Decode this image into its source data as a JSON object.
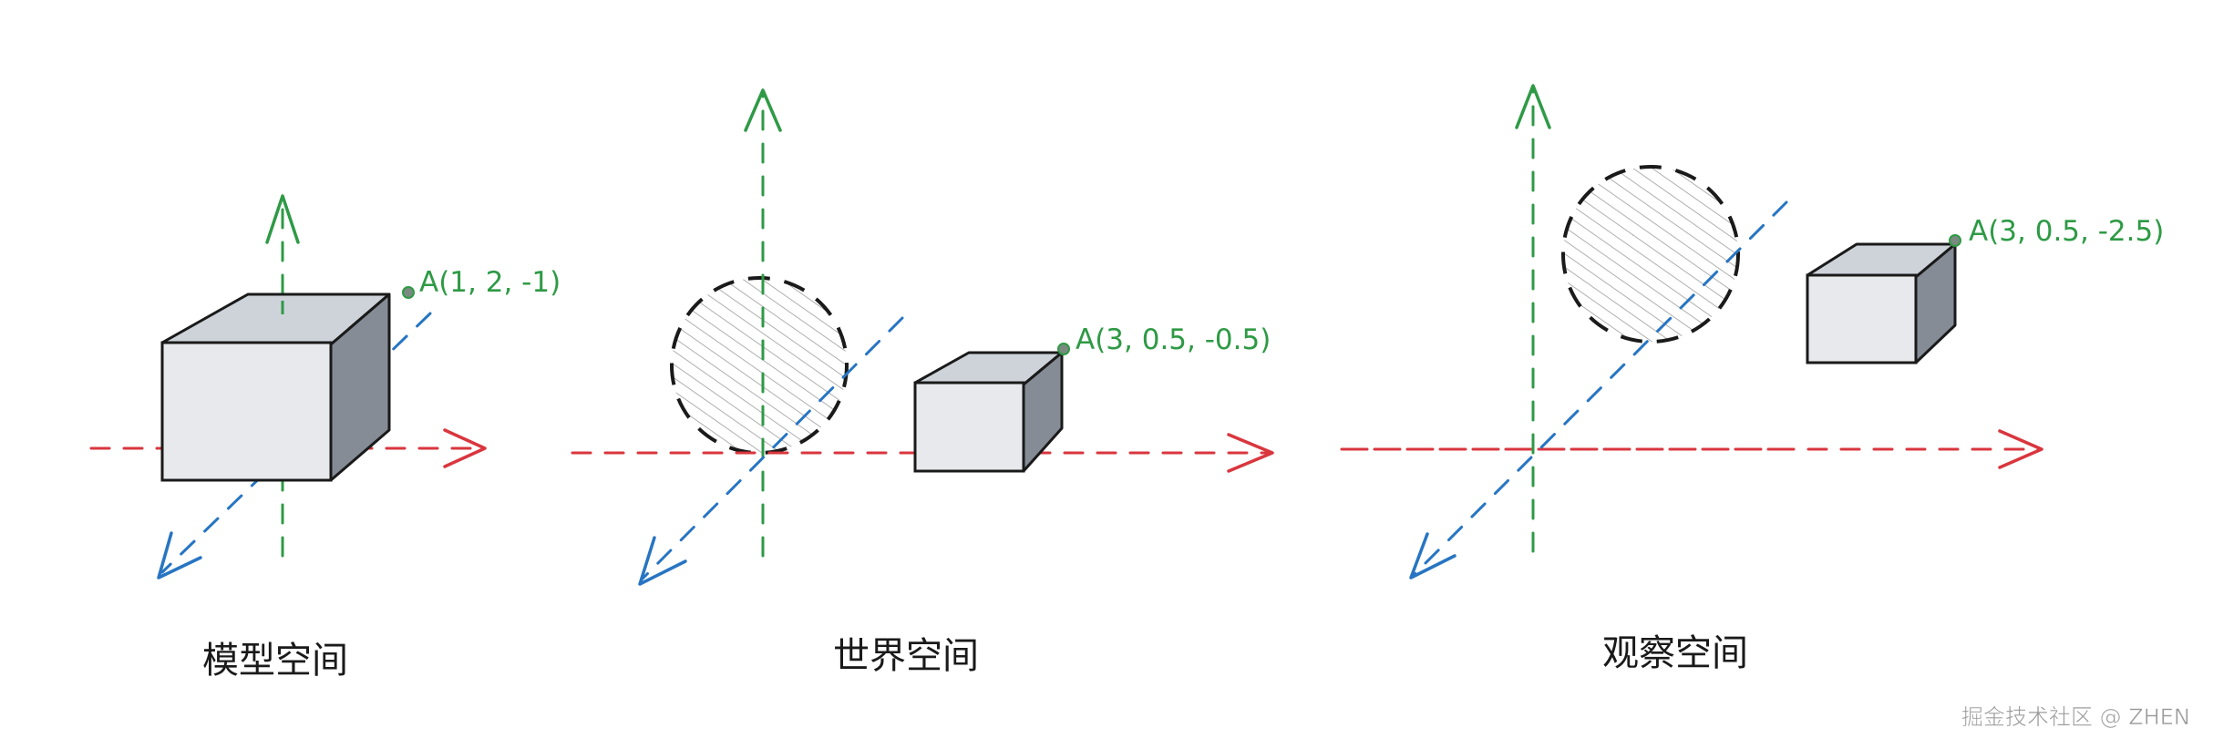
{
  "colors": {
    "x_axis": "#d9363e",
    "y_axis": "#2e9a45",
    "z_axis": "#2775c2",
    "cube_front": "#e8e9ec",
    "cube_top": "#ced3da",
    "cube_side": "#858c96",
    "outline": "#1a1a1a",
    "point": "#7a8a80",
    "point_label": "#2e9a45",
    "hatch": "#9b9b9b"
  },
  "panels": [
    {
      "id": "model-space",
      "caption": "模型空间",
      "point_label": "A(1, 2, -1)",
      "has_sphere": false
    },
    {
      "id": "world-space",
      "caption": "世界空间",
      "point_label": "A(3, 0.5, -0.5)",
      "has_sphere": true
    },
    {
      "id": "view-space",
      "caption": "观察空间",
      "point_label": "A(3, 0.5, -2.5)",
      "has_sphere": true
    }
  ],
  "watermark": "掘金技术社区 @ ZHEN"
}
